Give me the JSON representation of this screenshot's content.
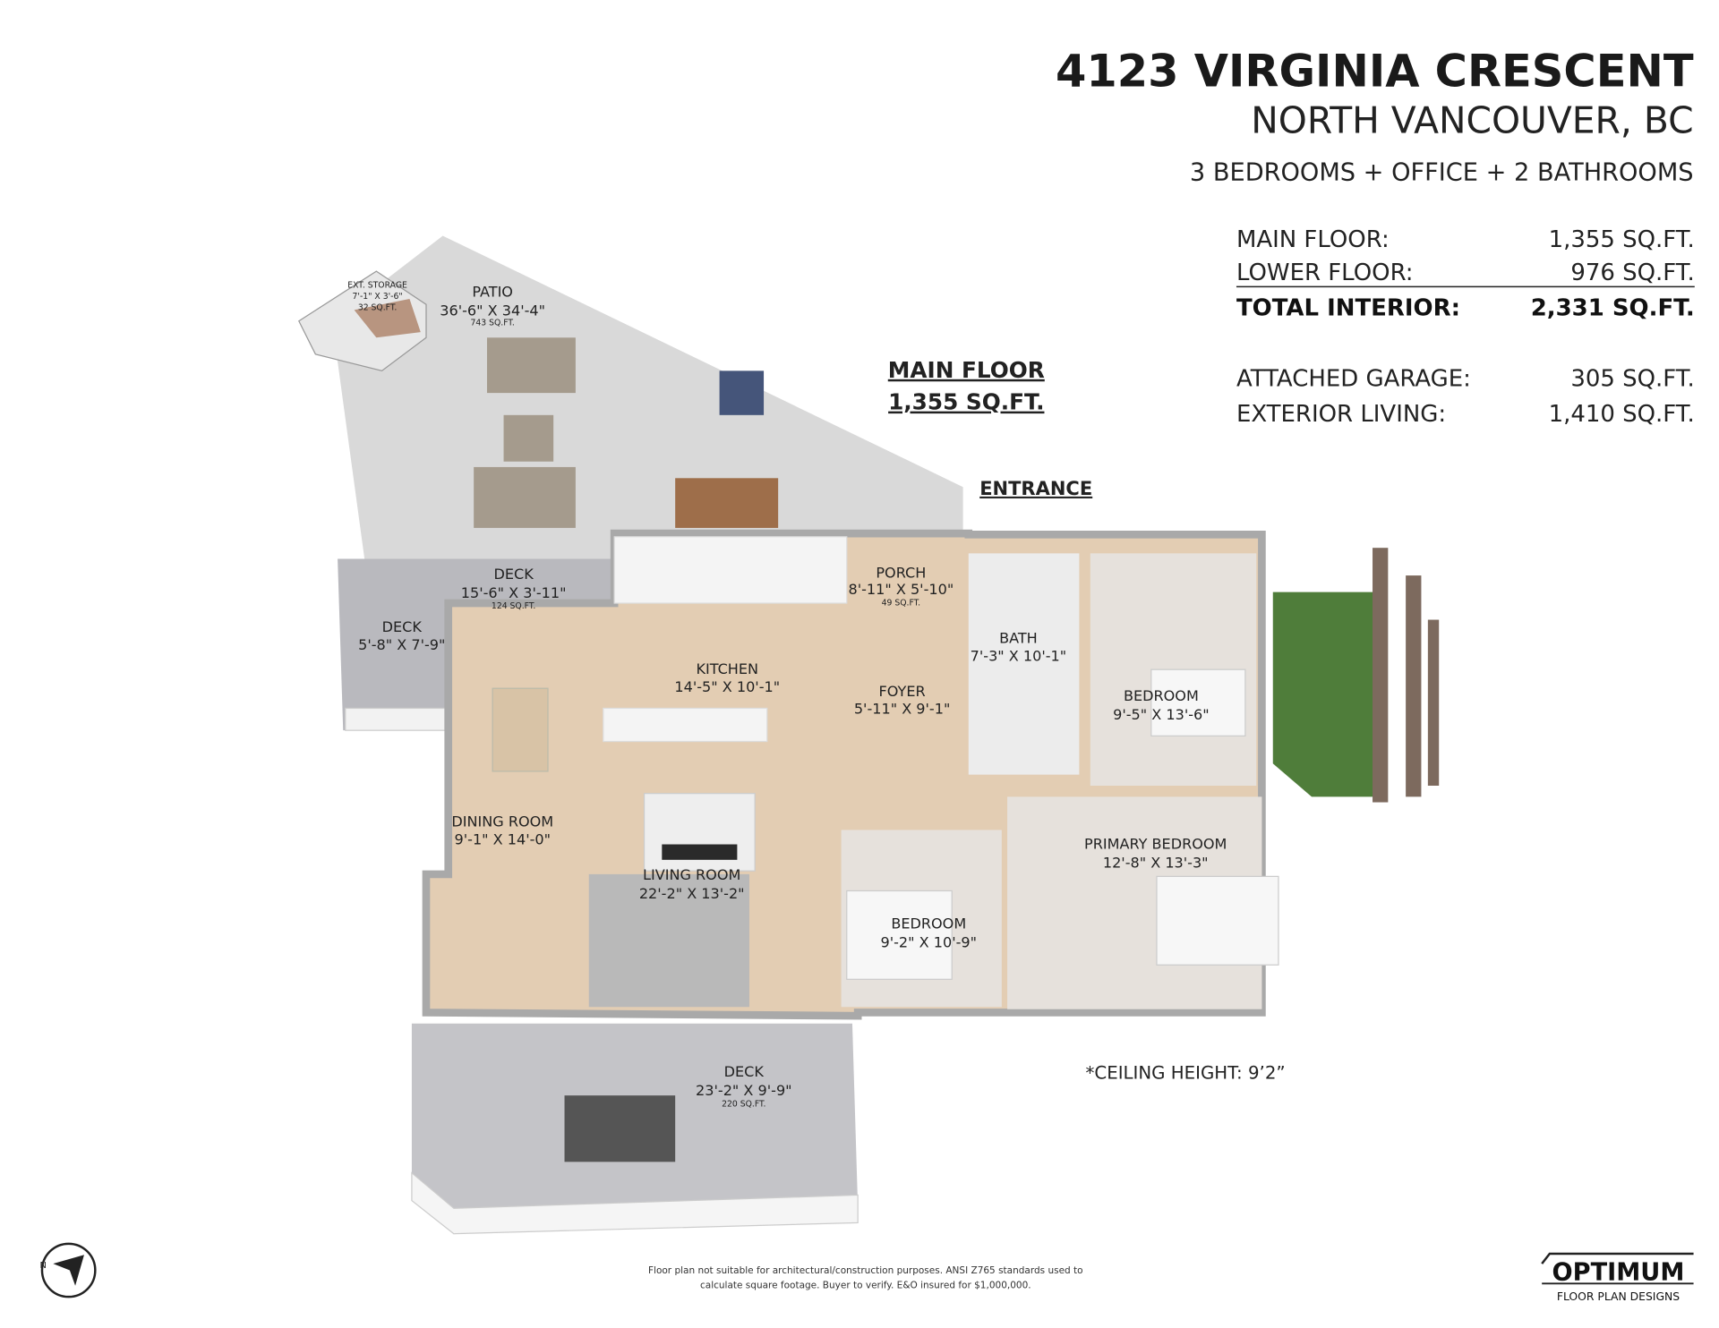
{
  "header": {
    "address": "4123 VIRGINIA CRESCENT",
    "city": "NORTH VANCOUVER, BC",
    "summary": "3 BEDROOMS + OFFICE + 2 BATHROOMS"
  },
  "stats": [
    {
      "label": "MAIN FLOOR:",
      "value": "1,355 SQ.FT."
    },
    {
      "label": "LOWER FLOOR:",
      "value": "976 SQ.FT."
    },
    {
      "label": "TOTAL INTERIOR:",
      "value": "2,331 SQ.FT."
    },
    {
      "label": "ATTACHED GARAGE:",
      "value": "305 SQ.FT."
    },
    {
      "label": "EXTERIOR LIVING:",
      "value": "1,410 SQ.FT."
    }
  ],
  "floor": {
    "title": "MAIN FLOOR",
    "area": "1,355 SQ.FT.",
    "entrance": "ENTRANCE",
    "ceiling": "*CEILING HEIGHT: 9’2”"
  },
  "rooms": {
    "storage": {
      "name": "EXT. STORAGE",
      "dims": "7'-1\" X 3'-6\"",
      "area": "32 SQ.FT."
    },
    "patio": {
      "name": "PATIO",
      "dims": "36'-6\" X 34'-4\"",
      "area": "743 SQ.FT."
    },
    "deck_top": {
      "name": "DECK",
      "dims": "15'-6\" X 3'-11\"",
      "area": "124 SQ.FT."
    },
    "deck_left": {
      "name": "DECK",
      "dims": "5'-8\" X 7'-9\""
    },
    "porch": {
      "name": "PORCH",
      "dims": "8'-11\" X 5'-10\"",
      "area": "49 SQ.FT."
    },
    "kitchen": {
      "name": "KITCHEN",
      "dims": "14'-5\" X 10'-1\""
    },
    "foyer": {
      "name": "FOYER",
      "dims": "5'-11\" X 9'-1\""
    },
    "bath": {
      "name": "BATH",
      "dims": "7'-3\" X 10'-1\""
    },
    "bedroom1": {
      "name": "BEDROOM",
      "dims": "9'-5\" X 13'-6\""
    },
    "dining": {
      "name": "DINING ROOM",
      "dims": "9'-1\" X 14'-0\""
    },
    "living": {
      "name": "LIVING ROOM",
      "dims": "22'-2\" X 13'-2\""
    },
    "primary": {
      "name": "PRIMARY BEDROOM",
      "dims": "12'-8\" X 13'-3\""
    },
    "bedroom2": {
      "name": "BEDROOM",
      "dims": "9'-2\" X 10'-9\""
    },
    "deck_bottom": {
      "name": "DECK",
      "dims": "23'-2\" X 9'-9\"",
      "area": "220 SQ.FT."
    }
  },
  "footer": {
    "disclaimer_1": "Floor plan not suitable for architectural/construction purposes. ANSI Z765 standards used to",
    "disclaimer_2": "calculate square footage. Buyer to verify.  E&O insured for $1,000,000.",
    "compass": "N",
    "logo_main": "OPTIMUM",
    "logo_sub": "FLOOR PLAN DESIGNS"
  },
  "colors": {
    "wood": "#e3cdb3",
    "wall": "#a9a9a9",
    "patio": "#d6d6d6",
    "deck": "#b9b9be",
    "grass": "#4f7d3a"
  }
}
